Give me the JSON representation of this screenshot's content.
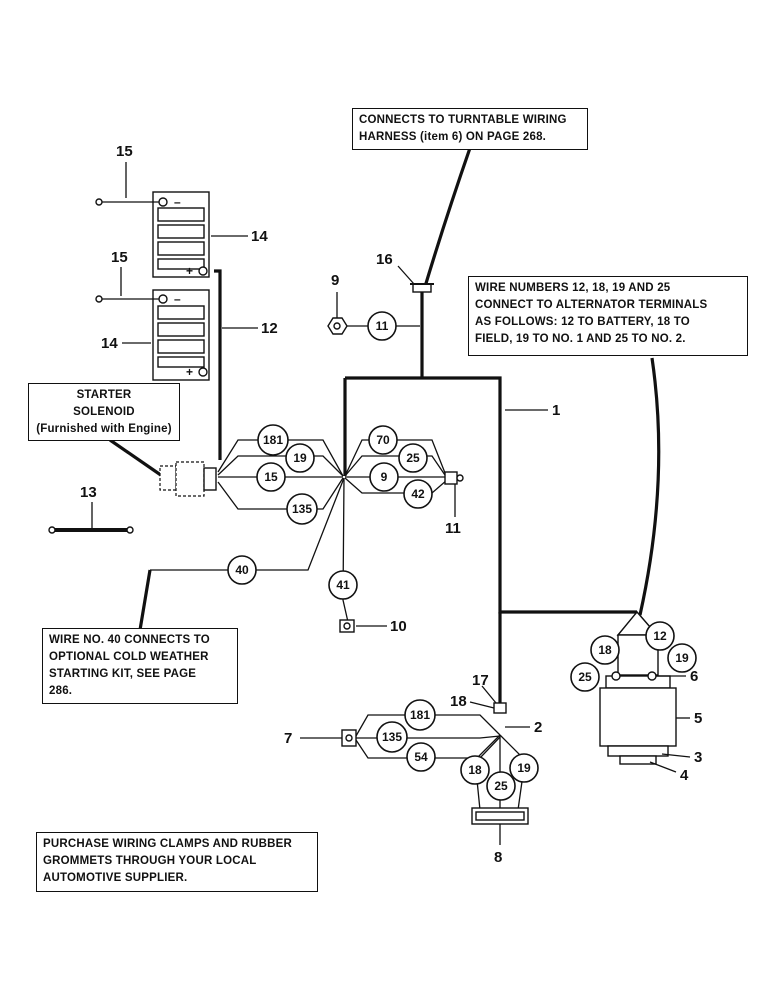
{
  "notes": {
    "turntable": [
      "CONNECTS TO TURNTABLE WIRING",
      "HARNESS (item 6) ON PAGE  268."
    ],
    "alternator": [
      "WIRE NUMBERS 12, 18, 19 AND 25",
      "CONNECT TO ALTERNATOR TERMINALS",
      "AS FOLLOWS:  12 TO BATTERY, 18 TO",
      "FIELD, 19 TO NO. 1 AND 25 TO NO. 2."
    ],
    "solenoid": [
      "STARTER",
      "SOLENOID",
      "(Furnished with Engine)"
    ],
    "cold_weather": [
      "WIRE NO. 40 CONNECTS TO",
      "OPTIONAL COLD WEATHER",
      "STARTING KIT, SEE PAGE",
      "286."
    ],
    "purchase": [
      "PURCHASE WIRING CLAMPS AND RUBBER",
      "GROMMETS THROUGH YOUR LOCAL",
      "AUTOMOTIVE SUPPLIER."
    ]
  },
  "wire_numbers": {
    "w181a": "181",
    "w19a": "19",
    "w15": "15",
    "w135a": "135",
    "w70": "70",
    "w25a": "25",
    "w9": "9",
    "w42": "42",
    "w11": "11",
    "w40": "40",
    "w41": "41",
    "w18a": "18",
    "w12": "12",
    "w19b": "19",
    "w25b": "25",
    "w181b": "181",
    "w135b": "135",
    "w54": "54",
    "w18b": "18",
    "w25c": "25",
    "w19c": "19"
  },
  "callouts": {
    "c1": "1",
    "c2": "2",
    "c3": "3",
    "c4": "4",
    "c5": "5",
    "c6": "6",
    "c7": "7",
    "c8": "8",
    "c9": "9",
    "c10": "10",
    "c11": "11",
    "c12": "12",
    "c13": "13",
    "c14a": "14",
    "c14b": "14",
    "c15a": "15",
    "c15b": "15",
    "c16": "16",
    "c17": "17",
    "c18": "18",
    "battery_minus_a": "–",
    "battery_plus_a": "+",
    "battery_minus_b": "–",
    "battery_plus_b": "+"
  }
}
